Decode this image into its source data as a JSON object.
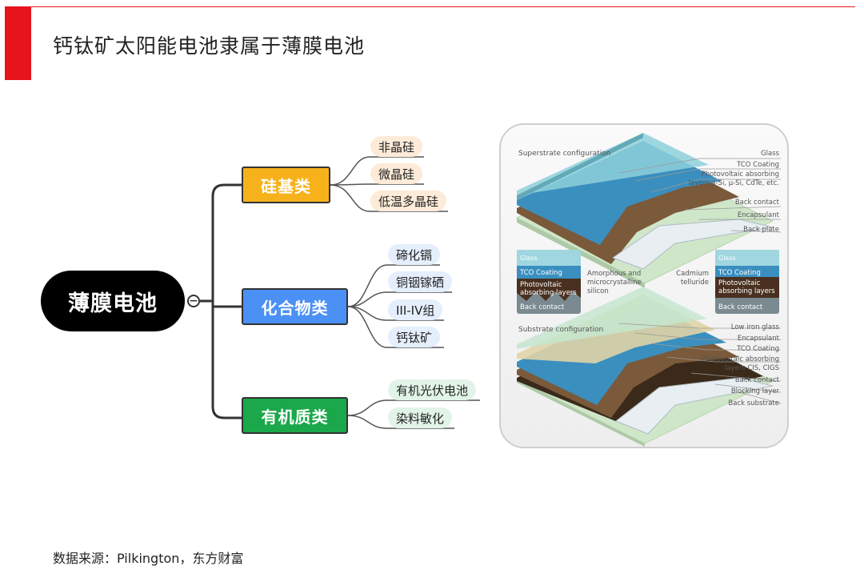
{
  "header": {
    "title": "钙钛矿太阳能电池隶属于薄膜电池"
  },
  "mindmap": {
    "root": "薄膜电池",
    "collapse_symbol": "−",
    "categories": [
      {
        "label": "硅基类",
        "color": "#f7b21b",
        "items": [
          "非晶硅",
          "微晶硅",
          "低温多晶硅"
        ]
      },
      {
        "label": "化合物类",
        "color": "#4a90f5",
        "items": [
          "碲化镉",
          "铜铟镓硒",
          "III-IV组",
          "钙钛矿"
        ]
      },
      {
        "label": "有机质类",
        "color": "#1ba84a",
        "items": [
          "有机光伏电池",
          "染料敏化"
        ]
      }
    ]
  },
  "figure": {
    "superstrate": {
      "title": "Superstrate configuration",
      "labels": [
        "Glass",
        "TCO Coating",
        "Photovoltaic absorbing",
        "layers a-Si, µ-Si, CdTe, etc.",
        "Back contact",
        "Encapsulant",
        "Back plate"
      ]
    },
    "legend_left": {
      "layers": [
        "Glass",
        "TCO Coating",
        "Photovoltaic",
        "absorbing layers",
        "Back contact"
      ],
      "caption": [
        "Amorphous and",
        "microcrystalline",
        "silicon"
      ]
    },
    "legend_right": {
      "layers": [
        "Glass",
        "TCO Coating",
        "Photovoltaic",
        "absorbing layers",
        "Back contact"
      ],
      "caption": [
        "Cadmium",
        "telluride"
      ]
    },
    "substrate": {
      "title": "Substrate configuration",
      "labels": [
        "Low iron glass",
        "Encapsulant",
        "TCO Coating",
        "Photovoltaic absorbing",
        "layers CIS, CIGS",
        "Back contact",
        "Blocking layer",
        "Back substrate"
      ]
    }
  },
  "footer": {
    "source": "数据来源：Pilkington，东方财富"
  }
}
